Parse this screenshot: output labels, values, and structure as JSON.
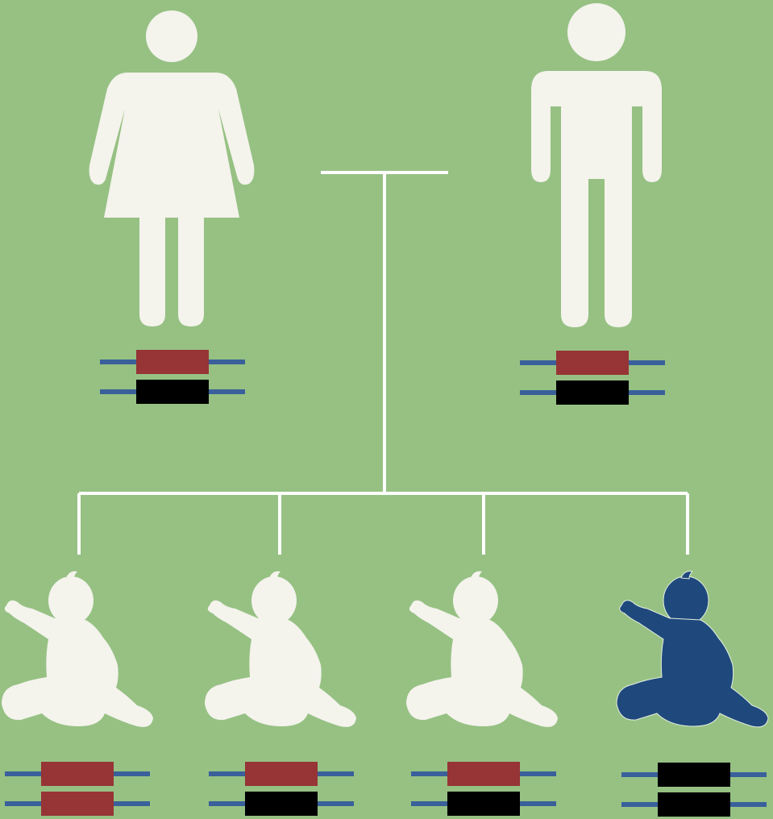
{
  "colors": {
    "background": "#96c183",
    "figure": "#f4f3ec",
    "affected_figure": "#1f497d",
    "line": "#ffffff",
    "chromosome_strand": "#3a609b",
    "allele_normal": "#963436",
    "allele_mutant": "#000000"
  },
  "parents": [
    {
      "role": "mother",
      "icon": "woman-icon",
      "alleles": [
        "normal",
        "mutant"
      ]
    },
    {
      "role": "father",
      "icon": "man-icon",
      "alleles": [
        "normal",
        "mutant"
      ]
    }
  ],
  "children": [
    {
      "icon": "baby-icon",
      "affected": false,
      "alleles": [
        "normal",
        "normal"
      ]
    },
    {
      "icon": "baby-icon",
      "affected": false,
      "alleles": [
        "normal",
        "mutant"
      ]
    },
    {
      "icon": "baby-icon",
      "affected": false,
      "alleles": [
        "normal",
        "mutant"
      ]
    },
    {
      "icon": "baby-icon",
      "affected": true,
      "alleles": [
        "mutant",
        "mutant"
      ]
    }
  ]
}
